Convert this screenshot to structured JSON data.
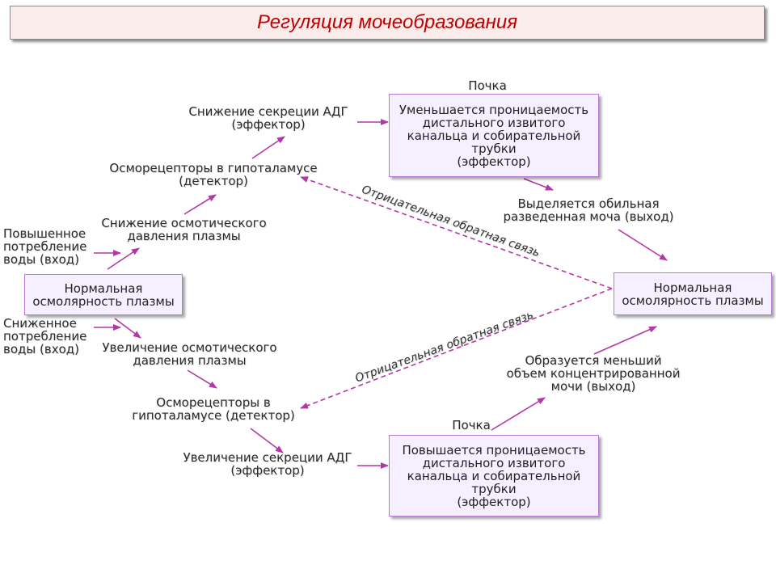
{
  "title": "Регуляция мочеобразования",
  "colors": {
    "title": "#c00000",
    "arrow": "#b437a8",
    "box_border": "#b37bd6",
    "box_fill": "#f6efff"
  },
  "top": {
    "kidney_label": "Почка",
    "adh_decrease": "Снижение секреции АДГ\n(эффектор)",
    "kidney_box": "Уменьшается проницаемость\nдистального извитого\nканальца и собирательной\nтрубки\n(эффектор)",
    "osmoreceptors": "Осморецепторы в гипоталамусе\n(детектор)",
    "urine_output": "Выделяется обильная\nразведенная моча (выход)",
    "osmotic_decrease": "Снижение осмотического\nдавления плазмы",
    "water_increase": "Повышенное\nпотребление\nводы (вход)",
    "feedback": "Отрицательная обратная связь"
  },
  "center": {
    "left_box": "Нормальная\nосмолярность плазмы",
    "right_box": "Нормальная\nосмолярность плазмы"
  },
  "bottom": {
    "water_decrease": "Сниженное\nпотребление\nводы (вход)",
    "osmotic_increase": "Увеличение осмотического\nдавления плазмы",
    "feedback": "Отрицательная обратная связь",
    "urine_output": "Образуется меньший\nобъем концентрированной\nмочи (выход)",
    "osmoreceptors": "Осморецепторы в\nгипоталамусе (детектор)",
    "kidney_label": "Почка",
    "adh_increase": "Увеличение секреции АДГ\n(эффектор)",
    "kidney_box": "Повышается проницаемость\nдистального извитого\nканальца и собирательной\nтрубки\n(эффектор)"
  }
}
